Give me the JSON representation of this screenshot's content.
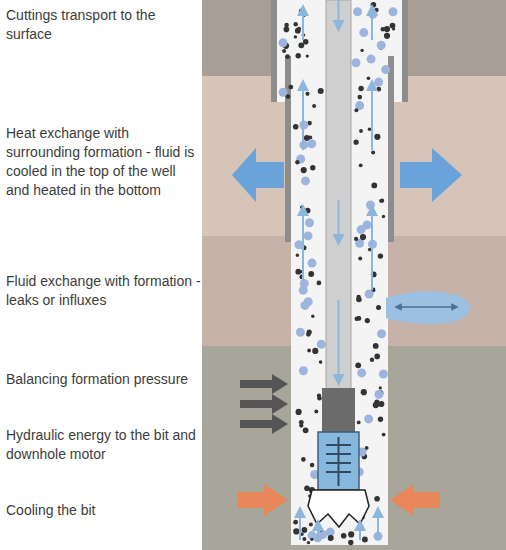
{
  "diagram": {
    "labels": [
      "Cuttings transport to the surface",
      "Heat exchange with surrounding formation - fluid is cooled in the top of the well and heated in the bottom",
      "Fluid exchange with formation - leaks or influxes",
      "Balancing formation pressure",
      "Hydraulic energy to the bit and downhole motor",
      "Cooling the bit"
    ]
  }
}
